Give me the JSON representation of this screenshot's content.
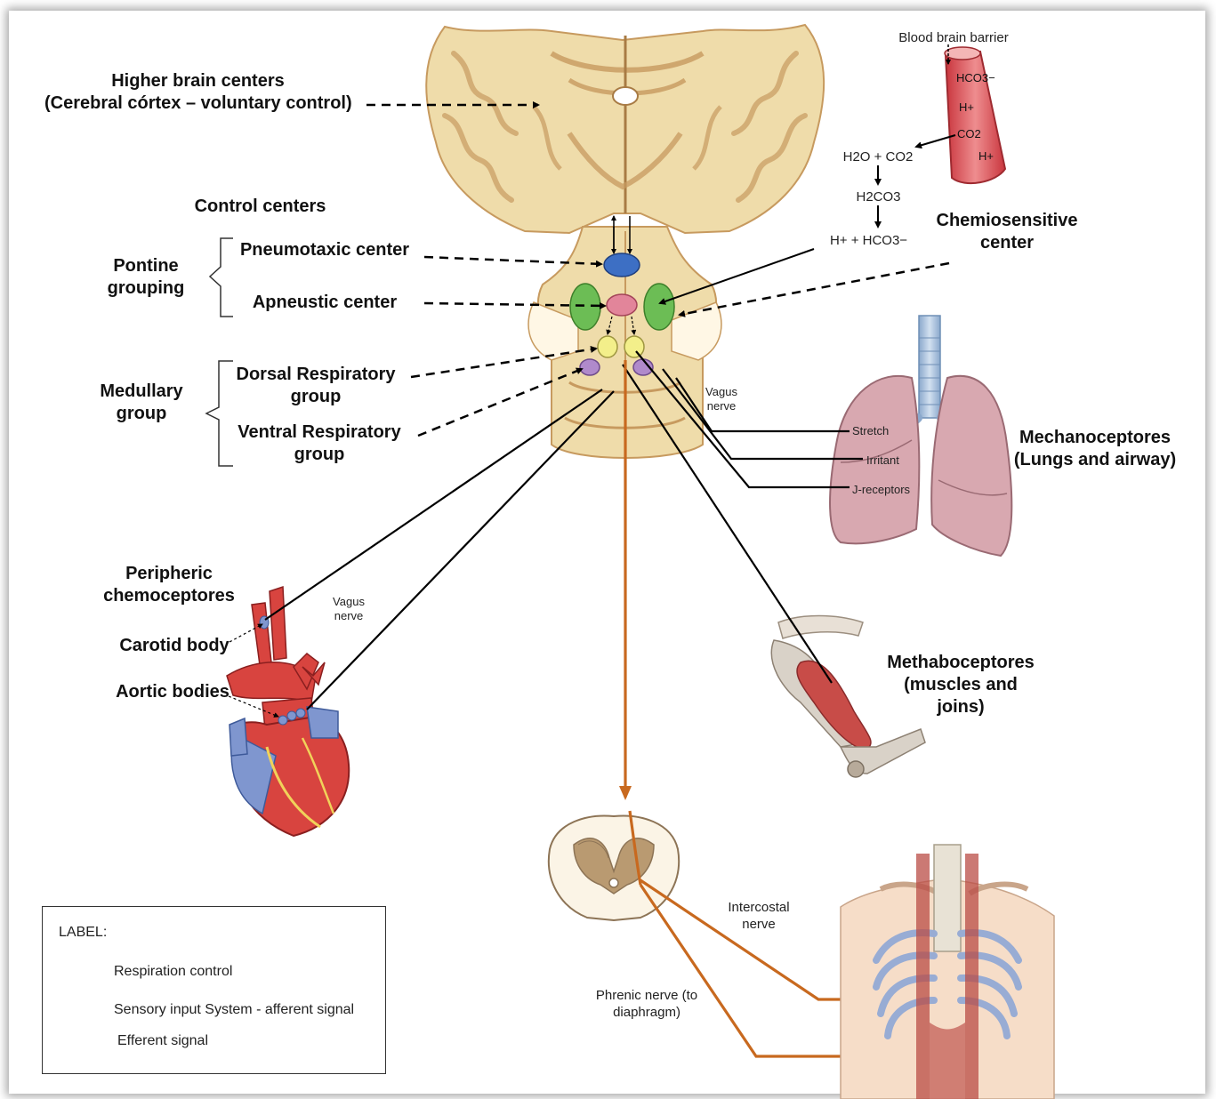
{
  "labels": {
    "higher_brain": "Higher brain centers",
    "higher_brain_sub": "(Cerebral córtex – voluntary control)",
    "control_centers": "Control centers",
    "pontine": "Pontine grouping",
    "pneumotaxic": "Pneumotaxic center",
    "apneustic": "Apneustic center",
    "medullary": "Medullary group",
    "dorsal": "Dorsal Respiratory group",
    "ventral": "Ventral Respiratory group",
    "bbb": "Blood brain barrier",
    "chemio": "Chemiosensitive center",
    "vagus_upper": "Vagus nerve",
    "vagus_lower": "Vagus nerve",
    "mechano": "Mechanoceptores (Lungs and airway)",
    "stretch": "Stretch",
    "irritant": "Irritant",
    "jrec": "J-receptors",
    "peripheric": "Peripheric chemoceptores",
    "carotid": "Carotid body",
    "aortic": "Aortic bodies",
    "metabo": "Methaboceptores (muscles and joins)",
    "intercostal": "Intercostal nerve",
    "phrenic": "Phrenic nerve (to diaphragm)"
  },
  "vessel": {
    "hco3": "HCO3−",
    "h1": "H+",
    "co2": "CO2",
    "h2": "H+"
  },
  "equations": {
    "eq1": "H2O + CO2",
    "eq2": "H2CO3",
    "eq3": "H+ + HCO3−"
  },
  "legend": {
    "title": "LABEL:",
    "items": [
      {
        "label": "Respiration control",
        "style": "dashed",
        "color": "#000000"
      },
      {
        "label": "Sensory input System - afferent signal",
        "style": "solid",
        "color": "#000000"
      },
      {
        "label": "Efferent signal",
        "style": "solid",
        "color": "#c8691f"
      }
    ]
  },
  "colors": {
    "brain": "#efdcaa",
    "brain_dark": "#c79a5f",
    "pneumotaxic": "#3d6fc4",
    "apneustic": "#e2859a",
    "chemo": "#6cbd55",
    "dorsal": "#f3ef8a",
    "ventral": "#b08acb",
    "efferent": "#c8691f",
    "artery": "#d8443f",
    "lung": "#d8a8b0",
    "trachea": "#a9c3df"
  }
}
